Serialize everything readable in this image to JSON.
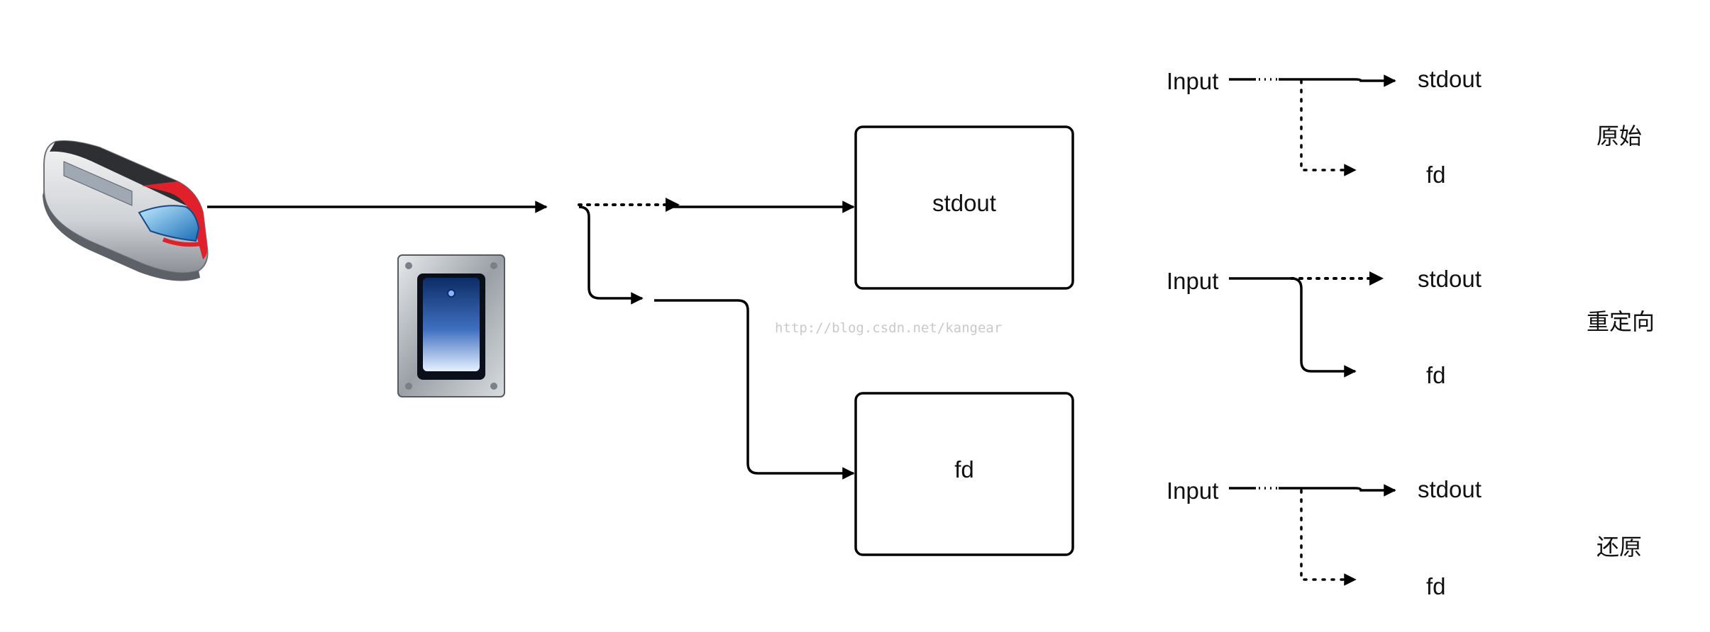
{
  "diagram": {
    "main": {
      "box_stdout": "stdout",
      "box_fd": "fd"
    },
    "watermark": "http://blog.csdn.net/kangear",
    "panels": [
      {
        "input": "Input",
        "stdout": "stdout",
        "fd": "fd",
        "caption": "原始"
      },
      {
        "input": "Input",
        "stdout": "stdout",
        "fd": "fd",
        "caption": "重定向"
      },
      {
        "input": "Input",
        "stdout": "stdout",
        "fd": "fd",
        "caption": "还原"
      }
    ]
  }
}
